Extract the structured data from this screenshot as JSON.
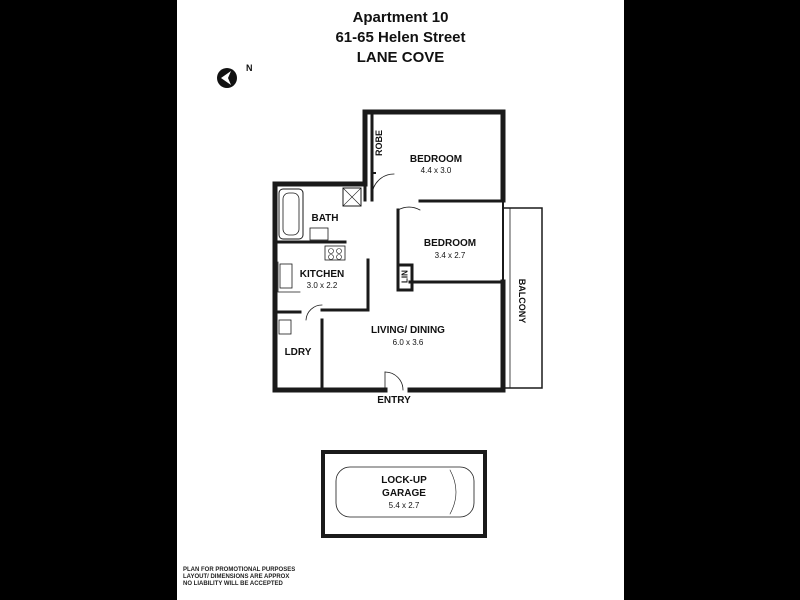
{
  "header": {
    "line1": "Apartment 10",
    "line2": "61-65 Helen Street",
    "line3": "LANE COVE"
  },
  "compass": {
    "label": "N",
    "icon": "north-arrow-icon"
  },
  "rooms": {
    "robe": "ROBE",
    "bedroom1": {
      "name": "BEDROOM",
      "dims": "4.4 x 3.0"
    },
    "bath": "BATH",
    "bedroom2": {
      "name": "BEDROOM",
      "dims": "3.4 x 2.7"
    },
    "kitchen": {
      "name": "KITCHEN",
      "dims": "3.0 x 2.2"
    },
    "lin": "LIN",
    "balcony": "BALCONY",
    "living": {
      "name": "LIVING/ DINING",
      "dims": "6.0 x 3.6"
    },
    "ldry": "LDRY",
    "entry": "ENTRY",
    "garage": {
      "line1": "LOCK-UP",
      "line2": "GARAGE",
      "dims": "5.4 x 2.7"
    }
  },
  "disclaimer": {
    "line1": "PLAN FOR PROMOTIONAL PURPOSES",
    "line2": "LAYOUT/ DIMENSIONS ARE APPROX",
    "line3": "NO LIABILITY WILL BE ACCEPTED"
  },
  "colors": {
    "wall": "#1a1a1a",
    "background": "#000000",
    "sheet": "#ffffff"
  }
}
